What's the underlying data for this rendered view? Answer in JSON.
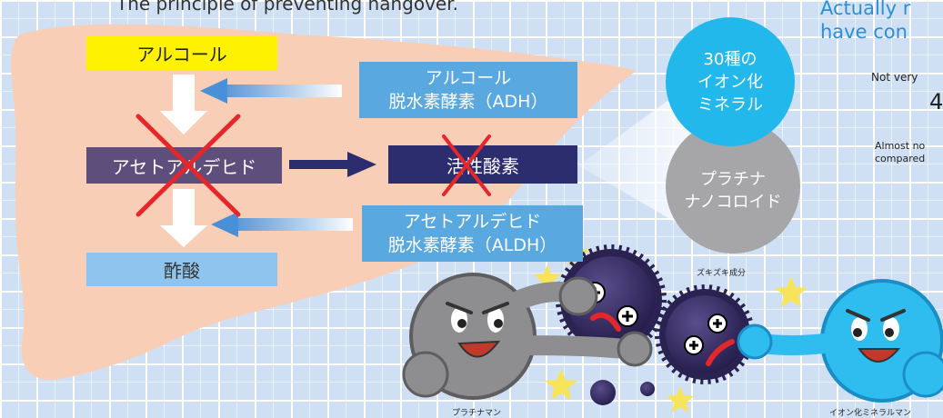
{
  "header": {
    "title": "The principle of preventing hangover.",
    "right_title_line1": "Actually r",
    "right_title_line2": "have con",
    "note1": "Not very",
    "number": "4",
    "note2_line1": "Almost no",
    "note2_line2": "compared"
  },
  "flow": {
    "alcohol": "アルコール",
    "acetaldehyde": "アセトアルデヒド",
    "acetic_acid": "酢酸",
    "adh_line1": "アルコール",
    "adh_line2": "脱水素酵素（ADH）",
    "aldh_line1": "アセトアルデヒド",
    "aldh_line2": "脱水素酵素（ALDH）",
    "ros": "活性酸素"
  },
  "circles": {
    "ion_line1": "30種の",
    "ion_line2": "イオン化",
    "ion_line3": "ミネラル",
    "pt_line1": "プラチナ",
    "pt_line2": "ナノコロイド"
  },
  "characters": {
    "pain_label": "ズキズキ成分",
    "platinum_man": "プラチナマン",
    "ion_man": "イオン化ミネラルマン"
  },
  "colors": {
    "liver": "#f8cfb6",
    "alcohol_box": "#fff200",
    "acetaldehyde_box": "#5e4e7c",
    "acid_box": "#8fc4ee",
    "enzyme_box": "#5aa8e0",
    "ros_box": "#2b2d6e",
    "ion_circle": "#23b8ec",
    "platinum_circle": "#a6a6a8",
    "cross": "#e5262a",
    "germ": "#3a2f6a",
    "star": "#f7e45a"
  }
}
